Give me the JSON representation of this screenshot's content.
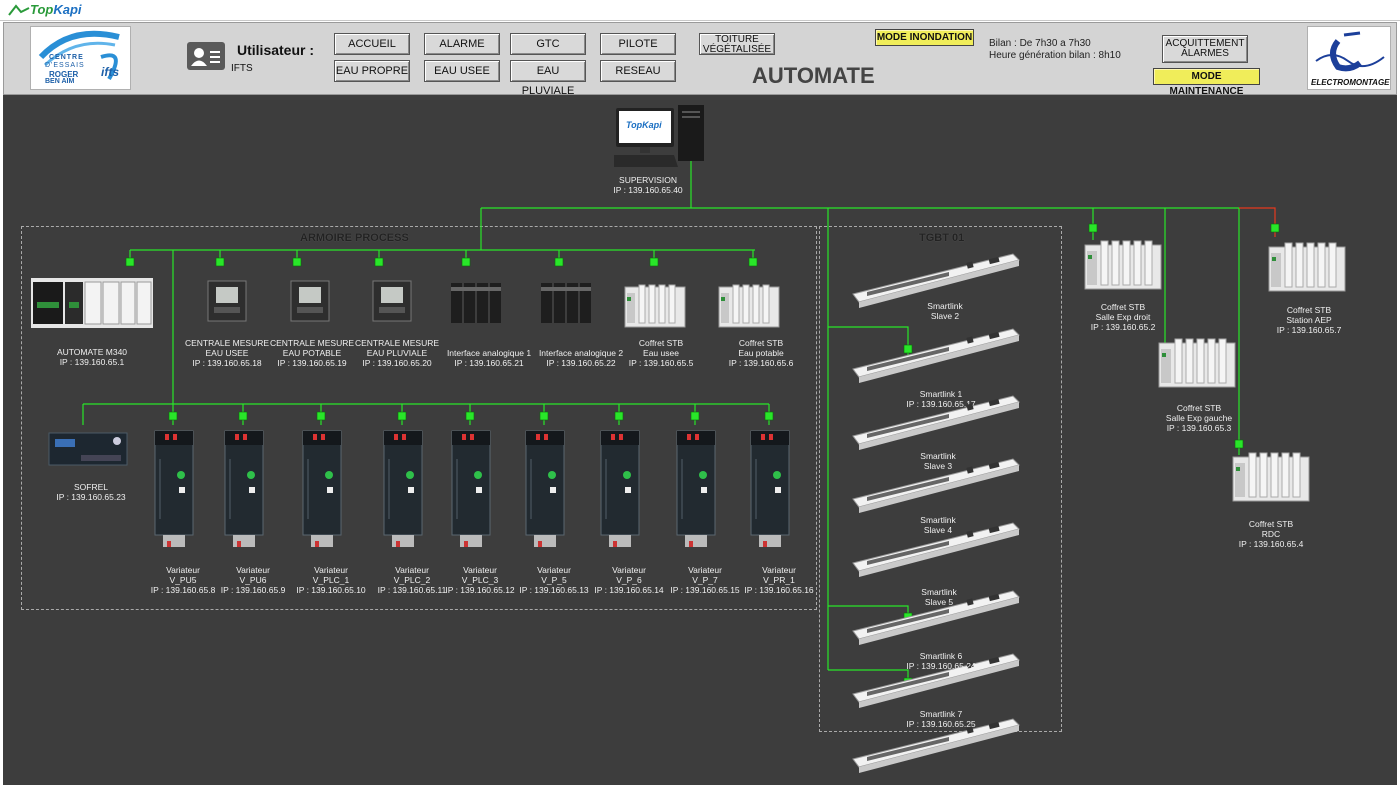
{
  "app": {
    "name_a": "Top",
    "name_b": "Kapi"
  },
  "header": {
    "user_label": "Utilisateur :",
    "user_value": "IFTS",
    "buttons": {
      "accueil": "ACCUEIL",
      "alarme": "ALARME",
      "gtc": "GTC",
      "pilote": "PILOTE",
      "toiture_1": "TOITURE",
      "toiture_2": "VÉGÉTALISÉE",
      "eau_propre": "EAU PROPRE",
      "eau_usee": "EAU USEE",
      "eau_pluviale": "EAU PLUVIALE",
      "reseau": "RESEAU"
    },
    "mode_inondation": "MODE INONDATION",
    "mode_maintenance": "MODE MAINTENANCE",
    "page_title": "AUTOMATE",
    "bilan": "Bilan : De 7h30 a 7h30",
    "heure_bilan": "Heure génération bilan : 8h10",
    "ack_1": "ACQUITTEMENT",
    "ack_2": "ALARMES",
    "logo_left": {
      "l1": "CENTRE",
      "l2": "D'ESSAIS",
      "l3": "ROGER",
      "l4": "BEN AÏM",
      "l5": "ifts"
    },
    "logo_right": "ELECTROMONTAGE"
  },
  "zones": {
    "armoire": "ARMOIRE PROCESS",
    "tgbt": "TGBT 01"
  },
  "supervision": {
    "name": "SUPERVISION",
    "ip": "IP : 139.160.65.40",
    "screen": "TopKapi"
  },
  "devices": {
    "automate": {
      "name": "AUTOMATE M340",
      "ip": "IP : 139.160.65.1"
    },
    "cm_usee": {
      "l1": "CENTRALE MESURE",
      "l2": "EAU USEE",
      "ip": "IP : 139.160.65.18"
    },
    "cm_potable": {
      "l1": "CENTRALE MESURE",
      "l2": "EAU POTABLE",
      "ip": "IP : 139.160.65.19"
    },
    "cm_pluviale": {
      "l1": "CENTRALE MESURE",
      "l2": "EAU PLUVIALE",
      "ip": "IP : 139.160.65.20"
    },
    "ia1": {
      "name": "Interface analogique 1",
      "ip": "IP : 139.160.65.21"
    },
    "ia2": {
      "name": "Interface analogique 2",
      "ip": "IP : 139.160.65.22"
    },
    "stb_usee": {
      "l1": "Coffret STB",
      "l2": "Eau usee",
      "ip": "IP : 139.160.65.5"
    },
    "stb_potable": {
      "l1": "Coffret STB",
      "l2": "Eau potable",
      "ip": "IP : 139.160.65.6"
    },
    "sofrel": {
      "name": "SOFREL",
      "ip": "IP : 139.160.65.23"
    },
    "variateurs": [
      {
        "l1": "Variateur",
        "l2": "V_PU5",
        "ip": "IP : 139.160.65.8"
      },
      {
        "l1": "Variateur",
        "l2": "V_PU6",
        "ip": "IP : 139.160.65.9"
      },
      {
        "l1": "Variateur",
        "l2": "V_PLC_1",
        "ip": "IP : 139.160.65.10"
      },
      {
        "l1": "Variateur",
        "l2": "V_PLC_2",
        "ip": "IP : 139.160.65.11"
      },
      {
        "l1": "Variateur",
        "l2": "V_PLC_3",
        "ip": "IP : 139.160.65.12"
      },
      {
        "l1": "Variateur",
        "l2": "V_P_5",
        "ip": "IP : 139.160.65.13"
      },
      {
        "l1": "Variateur",
        "l2": "V_P_6",
        "ip": "IP : 139.160.65.14"
      },
      {
        "l1": "Variateur",
        "l2": "V_P_7",
        "ip": "IP : 139.160.65.15"
      },
      {
        "l1": "Variateur",
        "l2": "V_PR_1",
        "ip": "IP : 139.160.65.16"
      }
    ],
    "smartlinks": [
      {
        "l1": "Smartlink",
        "l2": "Slave 2"
      },
      {
        "l1": "Smartlink 1",
        "l2": "IP : 139.160.65.17"
      },
      {
        "l1": "Smartlink",
        "l2": "Slave 3"
      },
      {
        "l1": "Smartlink",
        "l2": "Slave 4"
      },
      {
        "l1": "Smartlink",
        "l2": "Slave 5"
      },
      {
        "l1": "Smartlink 6",
        "l2": "IP : 139.160.65.24"
      },
      {
        "l1": "Smartlink 7",
        "l2": "IP : 139.160.65.25"
      }
    ],
    "stb_droit": {
      "l1": "Coffret STB",
      "l2": "Salle Exp droit",
      "ip": "IP : 139.160.65.2"
    },
    "stb_gauche": {
      "l1": "Coffret STB",
      "l2": "Salle Exp gauche",
      "ip": "IP : 139.160.65.3"
    },
    "stb_rdc": {
      "l1": "Coffret STB",
      "l2": "RDC",
      "ip": "IP : 139.160.65.4"
    },
    "stb_aep": {
      "l1": "Coffret STB",
      "l2": "Station AEP",
      "ip": "IP : 139.160.65.7"
    }
  },
  "colors": {
    "link_ok": "#29e629",
    "link_alarm": "#e53a1e",
    "background": "#3d3d3d",
    "mode_button": "#f0ed5a"
  }
}
